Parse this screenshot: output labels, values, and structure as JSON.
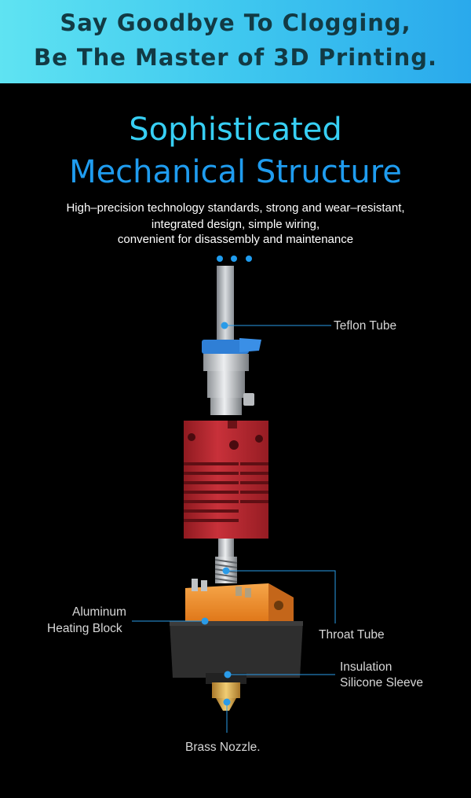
{
  "banner": {
    "line1": "Say Goodbye To Clogging,",
    "line2": "Be The Master of 3D Printing."
  },
  "heading": {
    "line1": "Sophisticated",
    "line2": "Mechanical Structure"
  },
  "description": {
    "line1": "High–precision technology standards, strong and wear–resistant,",
    "line2": "integrated design, simple wiring,",
    "line3": "convenient for disassembly and maintenance"
  },
  "labels": {
    "teflon_tube": "Teflon Tube",
    "aluminum_line1": "Aluminum",
    "aluminum_line2": "Heating Block",
    "throat_tube": "Throat Tube",
    "insulation_line1": "Insulation",
    "insulation_line2": "Silicone Sleeve",
    "brass_nozzle": "Brass Nozzle."
  },
  "colors": {
    "banner_start": "#5fe3f2",
    "banner_end": "#2aa9ec",
    "heading_cyan": "#37cff4",
    "heading_blue": "#1f9cef",
    "callout_blue": "#2a9be8",
    "heatsink_red": "#b8212a",
    "heating_block_orange": "#f08a1e",
    "sleeve_gray": "#2e2e2e",
    "coupler_blue": "#2f7fd6",
    "nozzle_brass": "#d8a640"
  }
}
